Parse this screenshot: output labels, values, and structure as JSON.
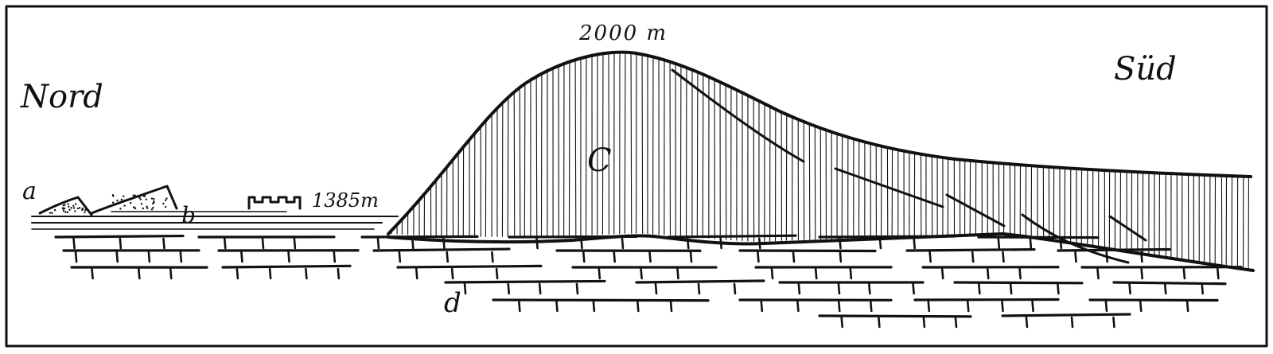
{
  "labels": {
    "north": "Nord",
    "south": "Süd",
    "summit_altitude": "2000 m",
    "plateau_altitude": "1385m",
    "layer_a": "a",
    "layer_b": "b",
    "layer_c": "C",
    "layer_d": "d"
  },
  "colors": {
    "ink": "#111111",
    "paper": "#ffffff"
  }
}
